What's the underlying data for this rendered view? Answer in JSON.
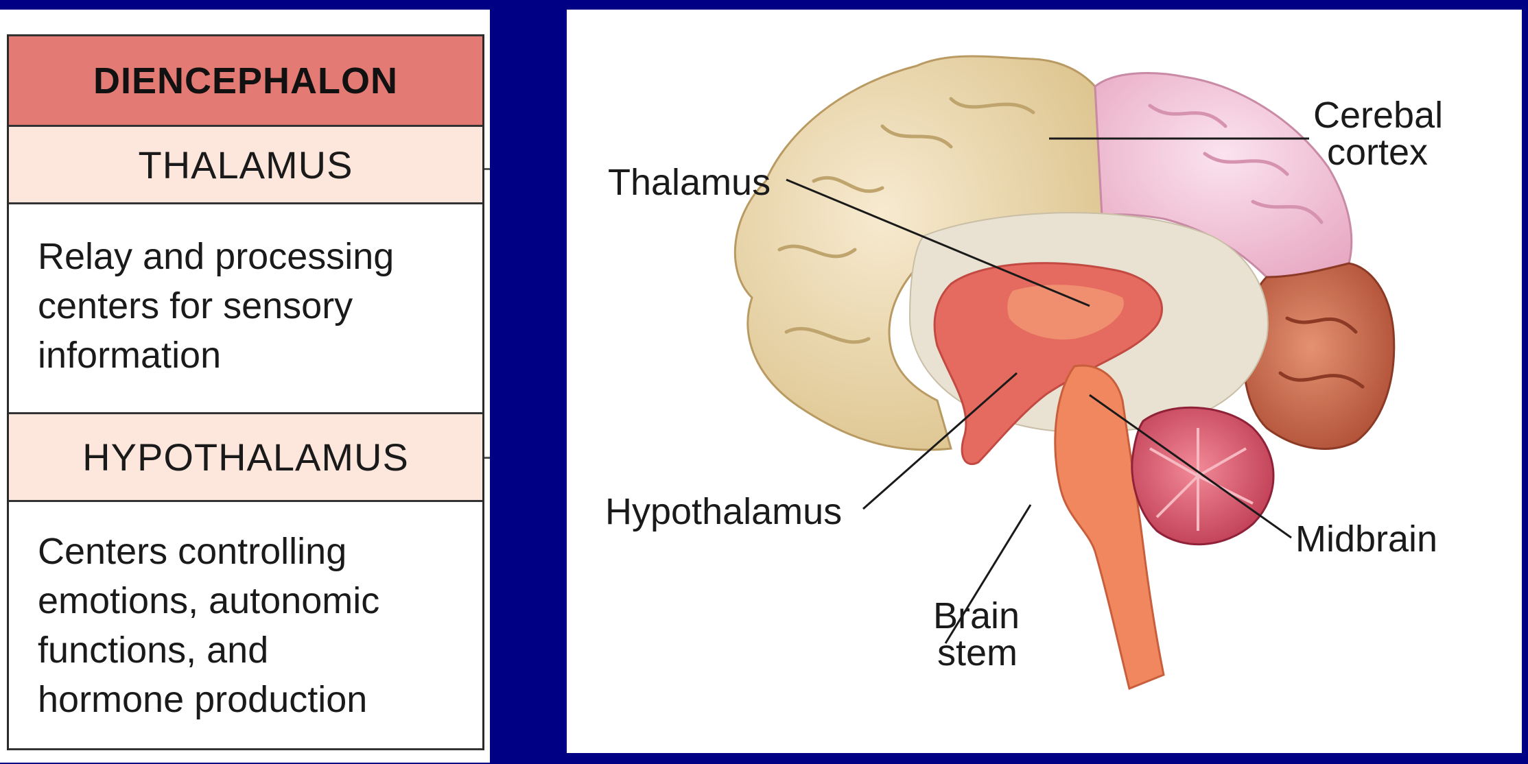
{
  "table": {
    "header": "DIENCEPHALON",
    "sections": [
      {
        "title": "THALAMUS",
        "description_lines": [
          "Relay and processing",
          "centers for sensory",
          "information"
        ]
      },
      {
        "title": "HYPOTHALAMUS",
        "description_lines": [
          "Centers controlling",
          "emotions, autonomic",
          "functions, and",
          "hormone production"
        ]
      }
    ]
  },
  "diagram": {
    "labels": {
      "thalamus": "Thalamus",
      "cerebral_cortex_line1": "Cerebal",
      "cerebral_cortex_line2": "cortex",
      "hypothalamus": "Hypothalamus",
      "midbrain": "Midbrain",
      "brain_stem_line1": "Brain",
      "brain_stem_line2": "stem"
    }
  },
  "colors": {
    "background": "#000084",
    "header_fill": "#e37a74",
    "subheader_fill": "#fde6dc",
    "frontal_lobe": "#ecd9a8",
    "parietal_lobe": "#f4c6d8",
    "occipital_lobe": "#c9694b",
    "diencephalon": "#e56a5f",
    "brain_stem": "#f0875e",
    "cerebellum": "#d84a5f"
  }
}
